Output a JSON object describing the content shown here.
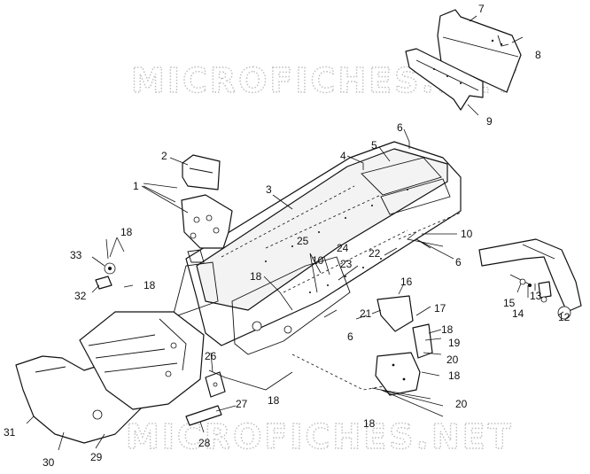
{
  "watermark": "MICROFICHES.NET",
  "callouts": {
    "c1": "1",
    "c2": "2",
    "c3": "3",
    "c4": "4",
    "c5": "5",
    "c6a": "6",
    "c6b": "6",
    "c6c": "6",
    "c7": "7",
    "c8": "8",
    "c9": "9",
    "c10a": "10",
    "c10b": "10",
    "c12": "12",
    "c13": "13",
    "c14": "14",
    "c15": "15",
    "c16": "16",
    "c17": "17",
    "c18a": "18",
    "c18b": "18",
    "c18c": "18",
    "c18d": "18",
    "c18e": "18",
    "c18f": "18",
    "c18g": "18",
    "c19": "19",
    "c20a": "20",
    "c20b": "20",
    "c21": "21",
    "c22": "22",
    "c23": "23",
    "c24": "24",
    "c25": "25",
    "c26": "26",
    "c27": "27",
    "c28": "28",
    "c29": "29",
    "c30": "30",
    "c31": "31",
    "c32": "32",
    "c33": "33"
  },
  "colors": {
    "line": "#111111",
    "watermark": "#bdbdbd",
    "background": "#ffffff"
  }
}
